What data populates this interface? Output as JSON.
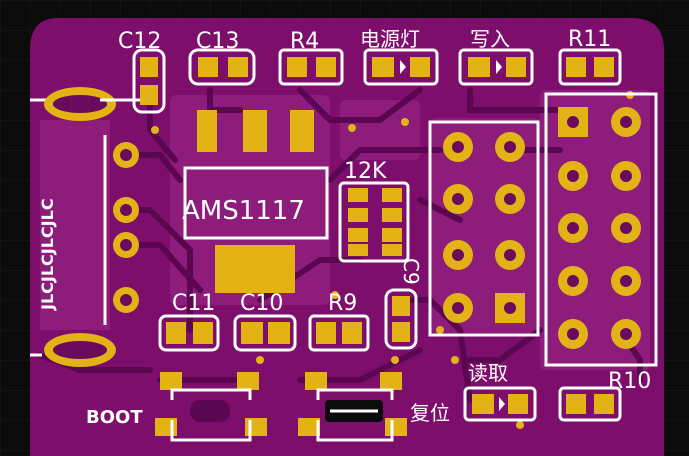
{
  "colors": {
    "background": "#0b0b0b",
    "grid": "#1b1b1b",
    "board": "#7e0e6c",
    "copper_pour": "#8e1c7a",
    "trace_dark": "#5a0650",
    "pad": "#e3b316",
    "silkscreen": "#ffffff",
    "drill": "#6b0b5d"
  },
  "labels": {
    "c12": "C12",
    "c13": "C13",
    "r4": "R4",
    "power_led": "电源灯",
    "write": "写入",
    "r11": "R11",
    "twelve_k": "12K",
    "regulator": "AMS1117",
    "c11": "C11",
    "c10": "C10",
    "r9": "R9",
    "c9": "C9",
    "read": "读取",
    "r10": "R10",
    "boot": "BOOT",
    "reset": "复位",
    "jlc": "JLCJLCJLCJLC"
  }
}
